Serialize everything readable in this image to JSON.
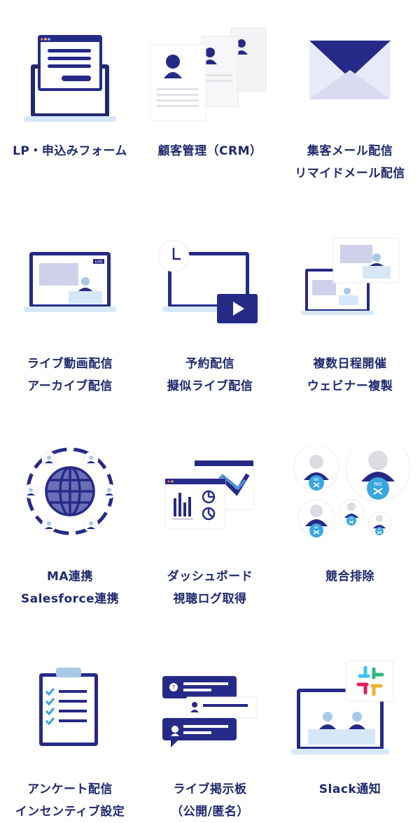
{
  "colors": {
    "navy": "#1f2a6e",
    "indigo": "#262a87",
    "light_blue": "#d6e8f8",
    "lavender": "#cfd0ea",
    "gray_paper": "#f4f4f6",
    "slack_green": "#2eb67d",
    "slack_blue": "#36c5f0",
    "slack_red": "#e01e5a",
    "slack_yellow": "#ecb22e"
  },
  "features": [
    {
      "id": "lp-form",
      "icon": "laptop-form-icon",
      "lines": [
        "LP・申込みフォーム"
      ]
    },
    {
      "id": "crm",
      "icon": "contact-cards-icon",
      "lines": [
        "顧客管理（CRM）"
      ]
    },
    {
      "id": "mail",
      "icon": "envelope-icon",
      "lines": [
        "集客メール配信",
        "リマイドメール配信"
      ]
    },
    {
      "id": "live",
      "icon": "live-stream-laptop-icon",
      "lines": [
        "ライブ動画配信",
        "アーカイブ配信"
      ]
    },
    {
      "id": "reserve",
      "icon": "scheduled-video-icon",
      "lines": [
        "予約配信",
        "擬似ライブ配信"
      ]
    },
    {
      "id": "multi",
      "icon": "multiple-screens-icon",
      "lines": [
        "複数日程開催",
        "ウェビナー複製"
      ]
    },
    {
      "id": "ma",
      "icon": "globe-network-icon",
      "lines": [
        "MA連携",
        "Salesforce連携"
      ]
    },
    {
      "id": "dashboard",
      "icon": "dashboard-charts-icon",
      "lines": [
        "ダッシュボード",
        "視聴ログ取得"
      ]
    },
    {
      "id": "competitor",
      "icon": "ng-users-icon",
      "lines": [
        "競合排除"
      ]
    },
    {
      "id": "survey",
      "icon": "clipboard-checklist-icon",
      "lines": [
        "アンケート配信",
        "インセンティブ設定"
      ]
    },
    {
      "id": "board",
      "icon": "chat-bubbles-icon",
      "lines": [
        "ライブ掲示板",
        "（公開/匿名）"
      ]
    },
    {
      "id": "slack",
      "icon": "slack-logo-icon",
      "lines": [
        "Slack通知"
      ]
    }
  ],
  "badges": {
    "live": "LIVE",
    "ng": "NG"
  }
}
